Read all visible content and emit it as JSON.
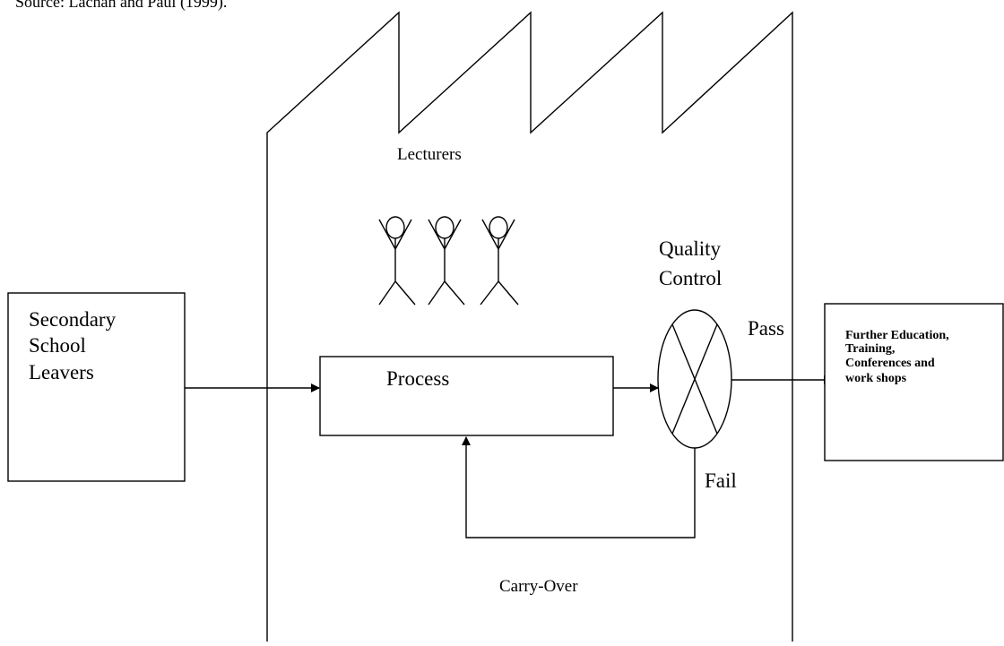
{
  "source_note": "Source: Lachan and Paul (1999).",
  "factory_label": "Lecturers",
  "quality_control": [
    "Quality",
    "Control"
  ],
  "input_box": [
    "Secondary",
    "School",
    "Leavers"
  ],
  "process_label": "Process",
  "pass_label": "Pass",
  "fail_label": "Fail",
  "carry_over_label": "Carry-Over",
  "output_box": [
    "Further Education,",
    "Training,",
    "Conferences and",
    "work shops"
  ]
}
